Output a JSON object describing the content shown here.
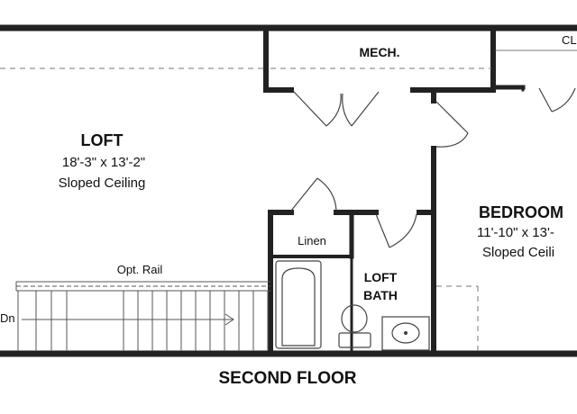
{
  "plan": {
    "caption": "SECOND FLOOR",
    "rooms": {
      "loft": {
        "name": "LOFT",
        "dims": "18'-3\" x 13'-2\"",
        "note": "Sloped Ceiling"
      },
      "mech": {
        "name": "MECH."
      },
      "closet": {
        "name": "CL"
      },
      "bedroom": {
        "name": "BEDROOM",
        "dims": "11'-10\" x 13'-",
        "note": "Sloped Ceili"
      },
      "linen": {
        "name": "Linen"
      },
      "loft_bath": {
        "name_line1": "LOFT",
        "name_line2": "BATH"
      }
    },
    "stairs": {
      "rail_label": "Opt. Rail",
      "down_label": "Dn"
    }
  }
}
